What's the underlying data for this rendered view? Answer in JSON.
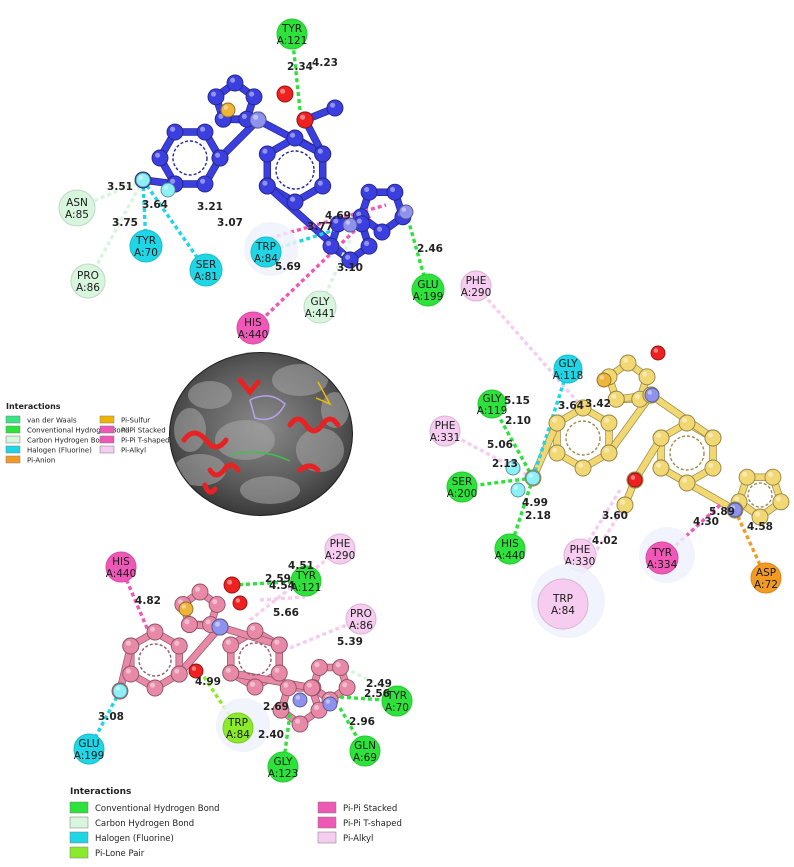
{
  "colors": {
    "conventional_hbond": "#2de23a",
    "carbon_hbond": "#d8f5de",
    "halogen": "#1fd6e6",
    "pi_pi_stacked": "#f058b8",
    "pi_alkyl": "#f6cdf0",
    "pi_anion": "#f39a25",
    "pi_lone_pair": "#8bea2a",
    "pi_sulfur": "#f0b400",
    "van_der_waals": "#38e486",
    "atom_blue_top": "#3b3fe0",
    "atom_yellow": "#f1d873",
    "atom_pink": "#e889a8"
  },
  "diagram1": {
    "residues": [
      {
        "label": "TYR\nA:121",
        "type": "conventional_hbond"
      },
      {
        "label": "ASN\nA:85",
        "type": "carbon_hbond"
      },
      {
        "label": "TYR\nA:70",
        "type": "halogen"
      },
      {
        "label": "PRO\nA:86",
        "type": "carbon_hbond"
      },
      {
        "label": "SER\nA:81",
        "type": "halogen"
      },
      {
        "label": "TRP\nA:84",
        "type": "halogen"
      },
      {
        "label": "HIS\nA:440",
        "type": "pi_pi_stacked"
      },
      {
        "label": "GLY\nA:441",
        "type": "carbon_hbond"
      },
      {
        "label": "GLU\nA:199",
        "type": "conventional_hbond"
      }
    ],
    "distances": [
      "2.34",
      "4.23",
      "3.51",
      "3.64",
      "3.75",
      "3.21",
      "3.07",
      "4.69",
      "3.77",
      "5.69",
      "3.10",
      "2.46"
    ]
  },
  "diagram2": {
    "residues": [
      {
        "label": "PHE\nA:290",
        "type": "pi_alkyl"
      },
      {
        "label": "GLY\nA:118",
        "type": "halogen"
      },
      {
        "label": "GLY\nA:119",
        "type": "conventional_hbond"
      },
      {
        "label": "PHE\nA:331",
        "type": "pi_alkyl"
      },
      {
        "label": "SER\nA:200",
        "type": "conventional_hbond"
      },
      {
        "label": "HIS\nA:440",
        "type": "conventional_hbond"
      },
      {
        "label": "PHE\nA:330",
        "type": "pi_alkyl"
      },
      {
        "label": "TRP\nA:84",
        "type": "pi_alkyl"
      },
      {
        "label": "TYR\nA:334",
        "type": "pi_pi_stacked"
      },
      {
        "label": "ASP\nA:72",
        "type": "pi_anion"
      }
    ],
    "distances": [
      "5.15",
      "3.64",
      "3.42",
      "2.10",
      "5.06",
      "2.13",
      "4.99",
      "2.18",
      "3.60",
      "4.02",
      "5.89",
      "4.30",
      "4.58"
    ]
  },
  "diagram3": {
    "residues": [
      {
        "label": "HIS\nA:440",
        "type": "pi_pi_stacked"
      },
      {
        "label": "PHE\nA:290",
        "type": "pi_alkyl"
      },
      {
        "label": "TYR\nA:121",
        "type": "conventional_hbond"
      },
      {
        "label": "PRO\nA:86",
        "type": "pi_alkyl"
      },
      {
        "label": "GLU\nA:199",
        "type": "halogen"
      },
      {
        "label": "TRP\nA:84",
        "type": "pi_lone_pair"
      },
      {
        "label": "TYR\nA:70",
        "type": "conventional_hbond"
      },
      {
        "label": "GLY\nA:123",
        "type": "conventional_hbond"
      },
      {
        "label": "GLN\nA:69",
        "type": "conventional_hbond"
      }
    ],
    "distances": [
      "4.51",
      "2.59",
      "4.54",
      "4.82",
      "5.66",
      "5.39",
      "3.08",
      "4.99",
      "2.49",
      "2.56",
      "2.69",
      "2.40",
      "2.96"
    ]
  },
  "legend_small": {
    "title": "Interactions",
    "items": [
      {
        "label": "van der Waals",
        "type": "van_der_waals"
      },
      {
        "label": "Conventional Hydrogen Bond",
        "type": "conventional_hbond"
      },
      {
        "label": "Carbon Hydrogen Bond",
        "type": "carbon_hbond"
      },
      {
        "label": "Halogen (Fluorine)",
        "type": "halogen"
      },
      {
        "label": "Pi-Anion",
        "type": "pi_anion"
      },
      {
        "label": "Pi-Sulfur",
        "type": "pi_sulfur"
      },
      {
        "label": "Pi-Pi Stacked",
        "type": "pi_pi_stacked"
      },
      {
        "label": "Pi-Pi T-shaped",
        "type": "pi_pi_stacked"
      },
      {
        "label": "Pi-Alkyl",
        "type": "pi_alkyl"
      }
    ]
  },
  "legend_bottom": {
    "title": "Interactions",
    "items": [
      {
        "label": "Conventional Hydrogen Bond",
        "type": "conventional_hbond"
      },
      {
        "label": "Carbon Hydrogen Bond",
        "type": "carbon_hbond"
      },
      {
        "label": "Halogen (Fluorine)",
        "type": "halogen"
      },
      {
        "label": "Pi-Lone Pair",
        "type": "pi_lone_pair"
      },
      {
        "label": "Pi-Pi Stacked",
        "type": "pi_pi_stacked"
      },
      {
        "label": "Pi-Pi T-shaped",
        "type": "pi_pi_stacked"
      },
      {
        "label": "Pi-Alkyl",
        "type": "pi_alkyl"
      }
    ]
  }
}
